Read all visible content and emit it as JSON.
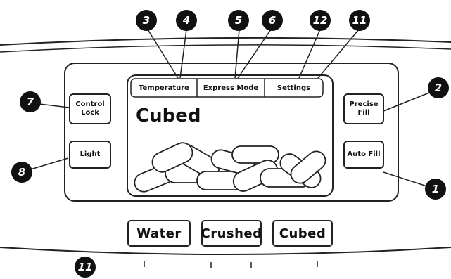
{
  "screen": {
    "tabs": [
      "Temperature",
      "Express Mode",
      "Settings"
    ],
    "mode_title": "Cubed"
  },
  "buttons": {
    "control_lock_line1": "Control",
    "control_lock_line2": "Lock",
    "light": "Light",
    "precise_fill": "Precise Fill",
    "auto_fill": "Auto Fill",
    "water": "Water",
    "crushed": "Crushed",
    "cubed": "Cubed"
  },
  "callouts": [
    "3",
    "4",
    "5",
    "6",
    "12",
    "11",
    "2",
    "7",
    "8",
    "1",
    "11"
  ],
  "colors": {
    "outline": "#222222",
    "callout_fill": "#111111",
    "background": "#ffffff"
  }
}
